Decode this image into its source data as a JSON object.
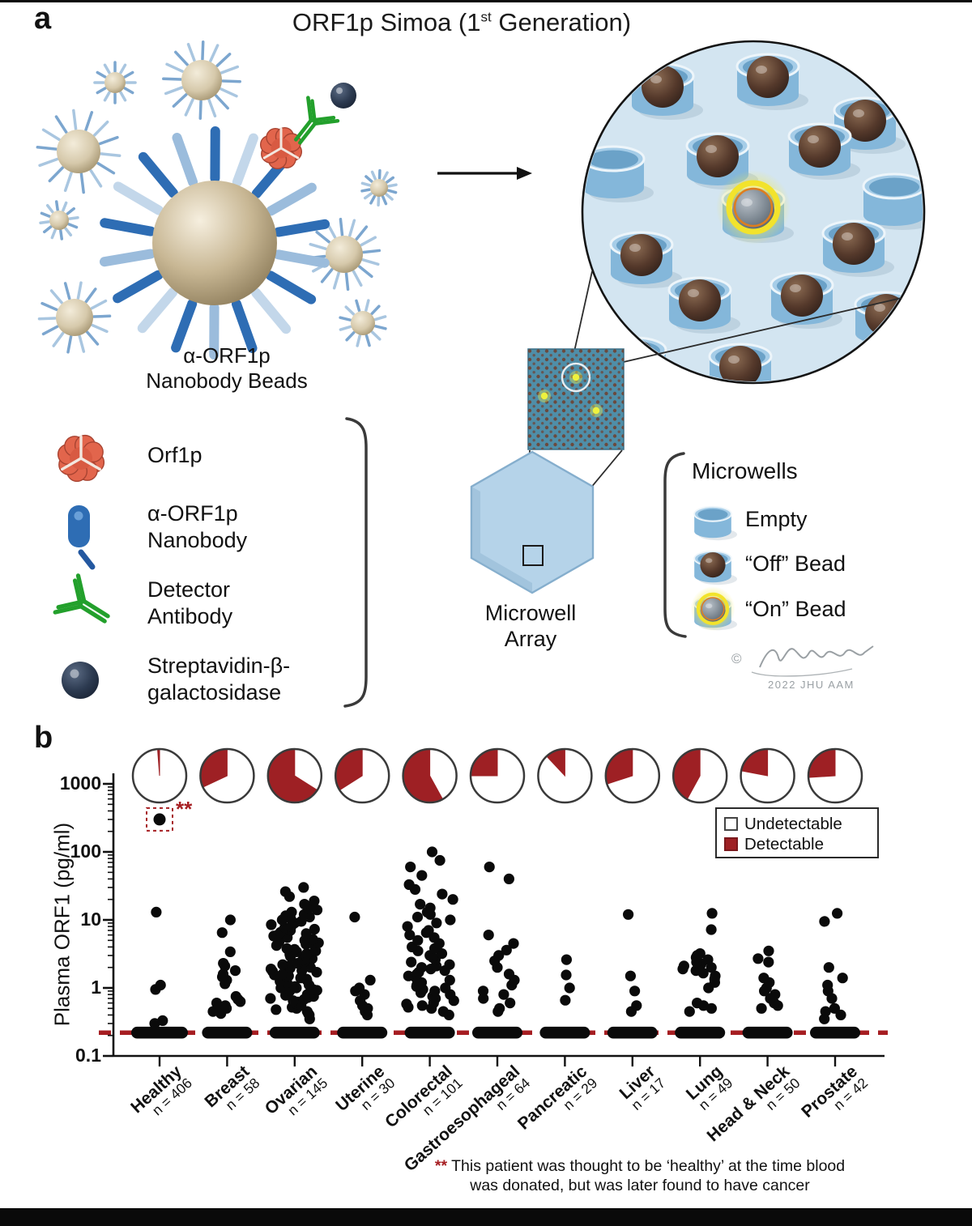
{
  "panel_a": {
    "label": "a",
    "title": {
      "pre": "ORF1p Simoa (1",
      "sup": "st",
      "post": " Generation)"
    },
    "beads_caption": {
      "line1": "α-ORF1p",
      "line2": "Nanobody Beads"
    },
    "legend": {
      "orf1p": "Orf1p",
      "nanobody_line1": "α-ORF1p",
      "nanobody_line2": "Nanobody",
      "detector_line1": "Detector",
      "detector_line2": "Antibody",
      "strept_line1": "Streptavidin-β-",
      "strept_line2": "galactosidase"
    },
    "microwell_array_caption": {
      "line1": "Microwell",
      "line2": "Array"
    },
    "microwells_legend": {
      "title": "Microwells",
      "empty": "Empty",
      "off": "“Off” Bead",
      "on": "“On” Bead"
    },
    "signature": {
      "symbol": "©",
      "credit": "2022 JHU AAM"
    }
  },
  "panel_b": {
    "label": "b",
    "footnote": {
      "marker": "**",
      "line1": "This patient was thought to be ‘healthy’ at the time blood",
      "line2": "was donated, but was later found to have cancer"
    }
  },
  "chart_data": {
    "type": "scatter",
    "y_axis": {
      "label": "Plasma ORF1 (pg/ml)",
      "scale": "log",
      "ticks": [
        0.1,
        1,
        10,
        100,
        1000
      ],
      "range": [
        0.1,
        1500
      ]
    },
    "lod_line_value": 0.22,
    "colors": {
      "detectable": "#9e2024",
      "undetectable": "#ffffff",
      "dashed_line": "#a61e22",
      "dot": "#0a0a0a"
    },
    "legend": [
      {
        "label": "Undetectable",
        "swatch": "#ffffff"
      },
      {
        "label": "Detectable",
        "swatch": "#9e2024"
      }
    ],
    "special_point": {
      "category_index": 0,
      "value": 300,
      "marker": "**"
    },
    "categories": [
      {
        "label": "Healthy",
        "n_label": "n = 406",
        "n": 406,
        "detectable_fraction": 0.012,
        "baseline_value": 0.22,
        "points": [
          0.3,
          0.33,
          0.95,
          1.1,
          13
        ]
      },
      {
        "label": "Breast",
        "n_label": "n = 58",
        "n": 58,
        "detectable_fraction": 0.32,
        "baseline_value": 0.22,
        "points": [
          0.42,
          0.45,
          0.5,
          0.52,
          0.55,
          0.6,
          0.63,
          0.68,
          0.75,
          1.15,
          1.3,
          1.45,
          1.6,
          1.8,
          2.1,
          2.3,
          3.4,
          6.5,
          10
        ]
      },
      {
        "label": "Ovarian",
        "n_label": "n = 145",
        "n": 145,
        "detectable_fraction": 0.66,
        "baseline_value": 0.22,
        "points": [
          0.35,
          0.4,
          0.42,
          0.45,
          0.48,
          0.5,
          0.52,
          0.55,
          0.58,
          0.6,
          0.62,
          0.65,
          0.68,
          0.7,
          0.72,
          0.75,
          0.78,
          0.8,
          0.85,
          0.9,
          0.92,
          0.95,
          1.0,
          1.0,
          1.05,
          1.1,
          1.15,
          1.2,
          1.25,
          1.3,
          1.35,
          1.4,
          1.45,
          1.5,
          1.55,
          1.6,
          1.7,
          1.75,
          1.8,
          1.9,
          1.95,
          2.0,
          2.1,
          2.2,
          2.3,
          2.4,
          2.5,
          2.6,
          2.7,
          2.8,
          2.9,
          3.0,
          3.1,
          3.2,
          3.4,
          3.5,
          3.7,
          3.8,
          4.0,
          4.2,
          4.4,
          4.6,
          4.8,
          5.0,
          5.2,
          5.5,
          5.8,
          6.0,
          6.3,
          6.6,
          7.0,
          7.3,
          7.7,
          8.0,
          8.5,
          9.0,
          9.5,
          10,
          10.5,
          11,
          11.5,
          12,
          13,
          14,
          15,
          16,
          17,
          19,
          22,
          26,
          30
        ]
      },
      {
        "label": "Uterine",
        "n_label": "n = 30",
        "n": 30,
        "detectable_fraction": 0.34,
        "baseline_value": 0.22,
        "points": [
          0.4,
          0.45,
          0.5,
          0.55,
          0.65,
          0.8,
          0.9,
          1.0,
          1.3,
          11
        ]
      },
      {
        "label": "Colorectal",
        "n_label": "n = 101",
        "n": 101,
        "detectable_fraction": 0.58,
        "baseline_value": 0.22,
        "points": [
          0.4,
          0.45,
          0.5,
          0.52,
          0.55,
          0.58,
          0.6,
          0.65,
          0.7,
          0.75,
          0.8,
          0.85,
          0.9,
          0.95,
          1.0,
          1.05,
          1.1,
          1.2,
          1.3,
          1.4,
          1.5,
          1.6,
          1.7,
          1.8,
          1.9,
          2.0,
          2.1,
          2.2,
          2.4,
          2.6,
          2.8,
          3.0,
          3.2,
          3.5,
          3.8,
          4.0,
          4.5,
          5.0,
          5.5,
          6.0,
          6.5,
          7.0,
          8.0,
          9.0,
          10,
          11,
          12,
          13,
          15,
          17,
          20,
          24,
          28,
          33,
          45,
          60,
          75,
          100
        ]
      },
      {
        "label": "Gastroesophageal",
        "n_label": "n = 64",
        "n": 64,
        "detectable_fraction": 0.25,
        "baseline_value": 0.22,
        "points": [
          0.45,
          0.5,
          0.6,
          0.7,
          0.8,
          0.9,
          1.1,
          1.3,
          1.6,
          2.0,
          2.5,
          3.0,
          3.6,
          4.5,
          6.0,
          40,
          60
        ]
      },
      {
        "label": "Pancreatic",
        "n_label": "n = 29",
        "n": 29,
        "detectable_fraction": 0.12,
        "baseline_value": 0.22,
        "points": [
          0.66,
          1.0,
          1.55,
          2.6
        ]
      },
      {
        "label": "Liver",
        "n_label": "n = 17",
        "n": 17,
        "detectable_fraction": 0.3,
        "baseline_value": 0.22,
        "points": [
          0.45,
          0.55,
          0.9,
          1.5,
          12
        ]
      },
      {
        "label": "Lung",
        "n_label": "n = 49",
        "n": 49,
        "detectable_fraction": 0.42,
        "baseline_value": 0.22,
        "points": [
          0.45,
          0.5,
          0.55,
          0.6,
          1.0,
          1.2,
          1.35,
          1.5,
          1.65,
          1.8,
          1.9,
          2.0,
          2.1,
          2.25,
          2.4,
          2.6,
          2.8,
          3.0,
          3.2,
          7.2,
          12.5
        ]
      },
      {
        "label": "Head & Neck",
        "n_label": "n = 50",
        "n": 50,
        "detectable_fraction": 0.22,
        "baseline_value": 0.22,
        "points": [
          0.5,
          0.55,
          0.6,
          0.7,
          0.8,
          0.9,
          1.0,
          1.2,
          1.4,
          2.4,
          2.7,
          3.5
        ]
      },
      {
        "label": "Prostate",
        "n_label": "n = 42",
        "n": 42,
        "detectable_fraction": 0.26,
        "baseline_value": 0.22,
        "points": [
          0.35,
          0.4,
          0.45,
          0.5,
          0.7,
          0.9,
          1.1,
          1.4,
          2.0,
          9.5,
          12.5
        ]
      }
    ]
  }
}
